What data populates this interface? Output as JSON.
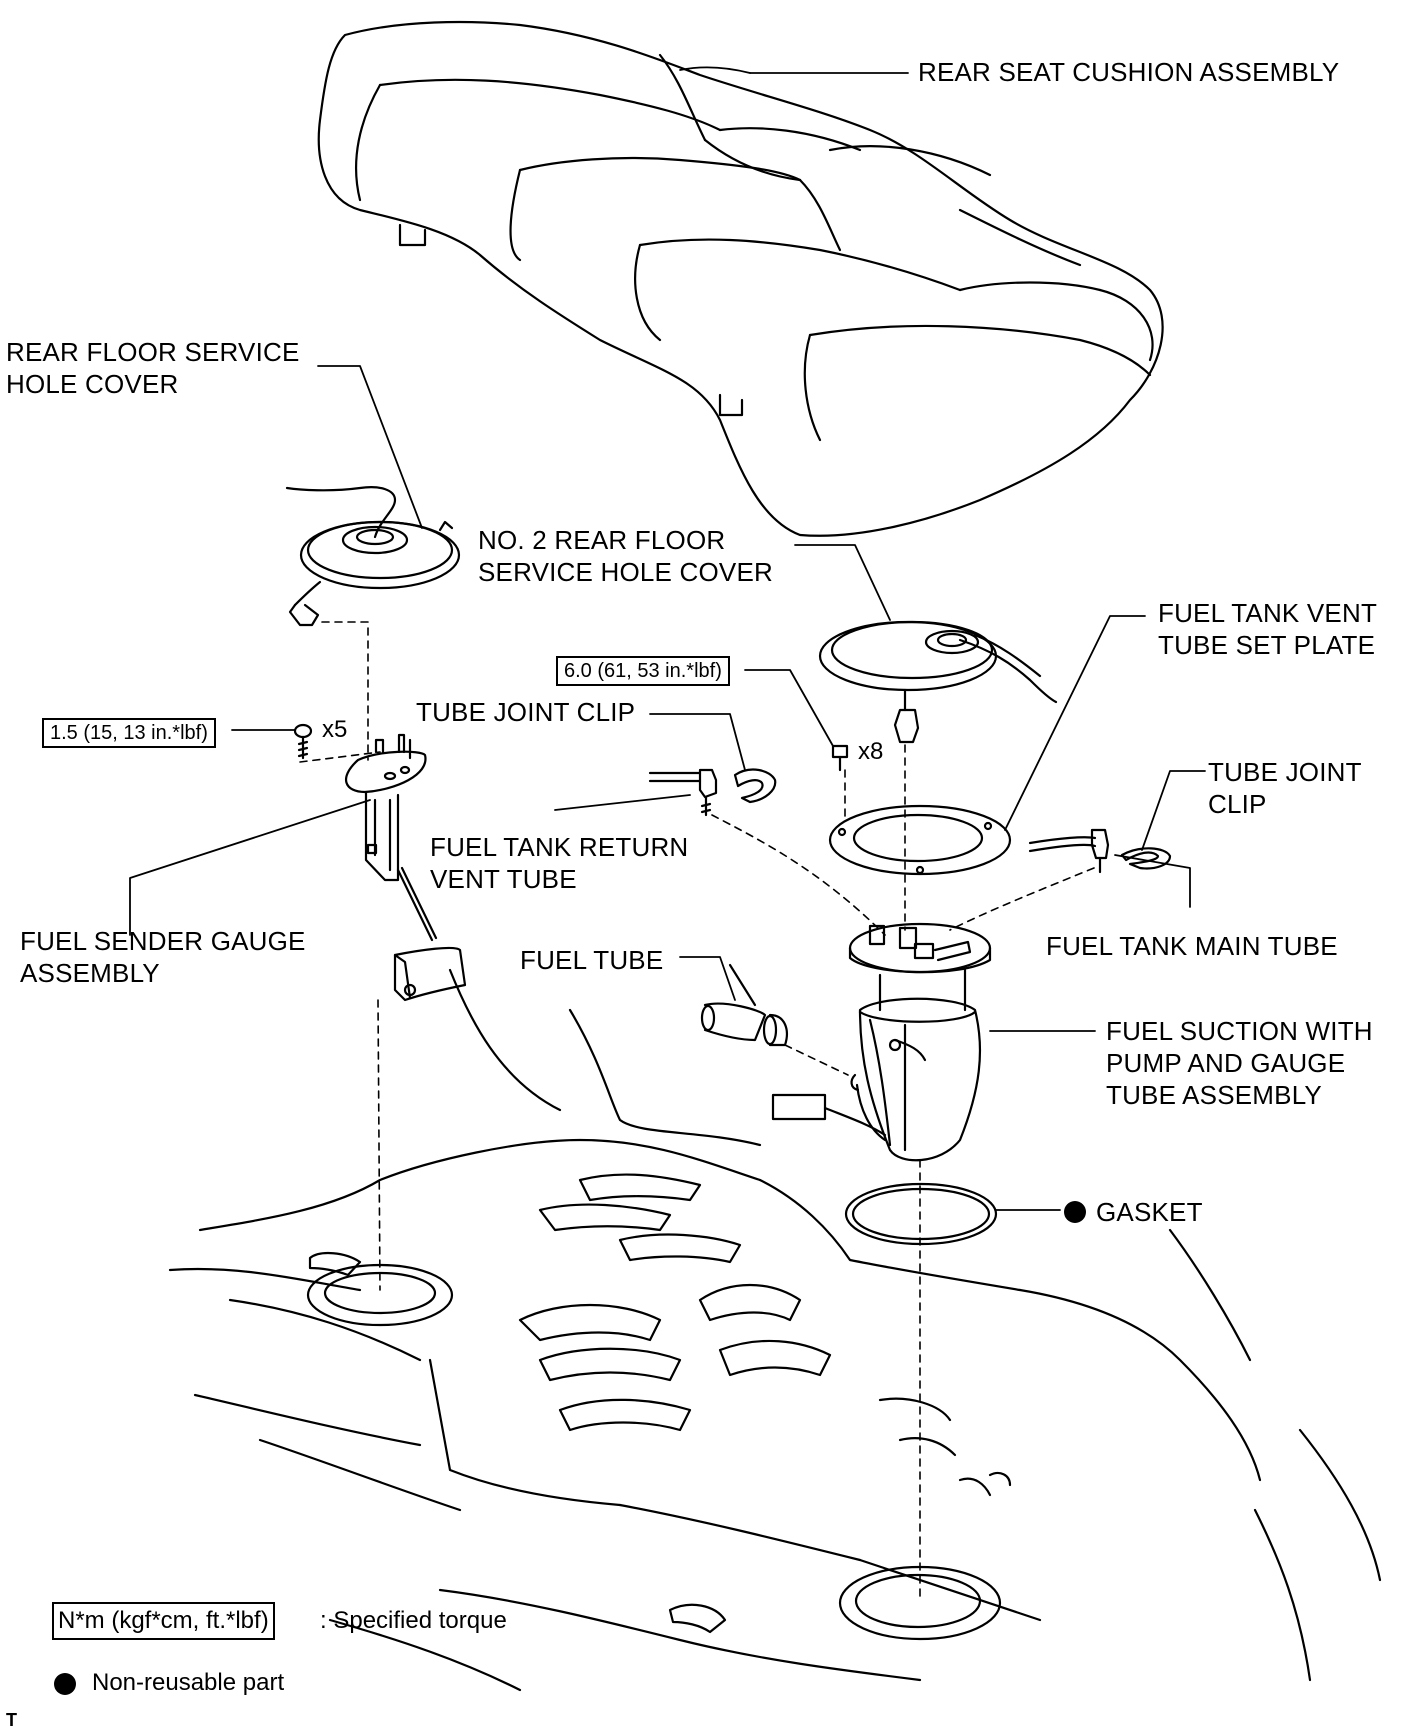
{
  "labels": {
    "rear_seat": "REAR SEAT CUSHION ASSEMBLY",
    "rear_floor_cover_l1": "REAR FLOOR SERVICE",
    "rear_floor_cover_l2": "HOLE COVER",
    "no2_cover_l1": "NO. 2 REAR FLOOR",
    "no2_cover_l2": "SERVICE HOLE COVER",
    "vent_plate_l1": "FUEL TANK VENT",
    "vent_plate_l2": "TUBE SET PLATE",
    "tube_clip_1": "TUBE JOINT CLIP",
    "tube_clip_2_l1": "TUBE JOINT",
    "tube_clip_2_l2": "CLIP",
    "return_tube_l1": "FUEL TANK RETURN",
    "return_tube_l2": "VENT TUBE",
    "sender_l1": "FUEL SENDER GAUGE",
    "sender_l2": "ASSEMBLY",
    "main_tube": "FUEL TANK MAIN TUBE",
    "fuel_tube": "FUEL TUBE",
    "suction_l1": "FUEL SUCTION WITH",
    "suction_l2": "PUMP AND GAUGE",
    "suction_l3": "TUBE ASSEMBLY",
    "gasket": "GASKET"
  },
  "torques": {
    "sender_screw": "1.5 (15, 13 in.*lbf)",
    "plate_bolt": "6.0 (61, 53 in.*lbf)"
  },
  "quantities": {
    "sender_screw": "x5",
    "plate_bolt": "x8"
  },
  "legend": {
    "torque_box": "N*m (kgf*cm, ft.*lbf)",
    "torque_text": ": Specified torque",
    "nonreusable_text": "Non-reusable part"
  },
  "corner_id": "T"
}
